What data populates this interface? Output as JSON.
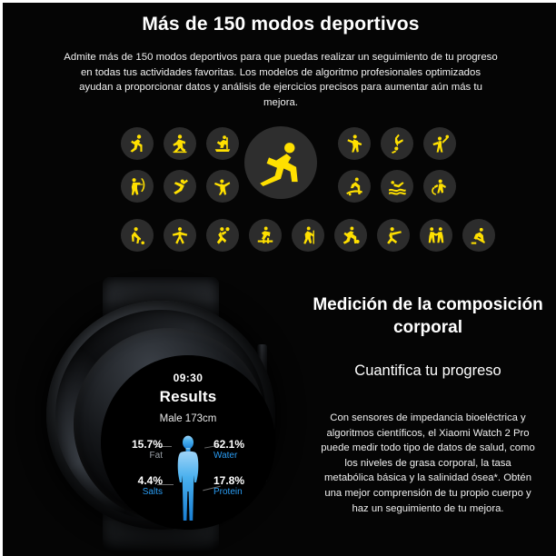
{
  "sports": {
    "title": "Más de 150 modos deportivos",
    "description": "Admite más de 150 modos deportivos para que puedas realizar un seguimiento de tu progreso en todas tus actividades favoritas. Los modelos de algoritmo profesionales optimizados ayudan a proporcionar datos y análisis de ejercicios precisos para aumentar aún más tu mejora.",
    "accent_color": "#FFE000",
    "circle_color": "#2c2c2c",
    "hero_icon": "running-icon",
    "icons_row1_left": [
      "running-icon",
      "walking-icon",
      "treadmill-icon"
    ],
    "icons_row2_left": [
      "archery-icon",
      "gymnastics-icon",
      "dance-icon"
    ],
    "icons_row1_right": [
      "kickboxing-icon",
      "handstand-icon",
      "cheerleading-icon"
    ],
    "icons_row2_right": [
      "skateboarding-icon",
      "swimming-icon",
      "jump-rope-icon"
    ],
    "icons_row3": [
      "golf-icon",
      "stretching-icon",
      "badminton-icon",
      "skating-icon",
      "hiking-icon",
      "football-icon",
      "bowling-icon",
      "boxing-icon",
      "ice-hockey-icon"
    ]
  },
  "watch": {
    "time": "09:30",
    "screen_title": "Results",
    "profile": "Male 173cm",
    "metrics": [
      {
        "value": "15.7%",
        "label": "Fat",
        "color": "#9aa0a6"
      },
      {
        "value": "62.1%",
        "label": "Water",
        "color": "#2a9df4"
      },
      {
        "value": "4.4%",
        "label": "Salts",
        "color": "#2a9df4"
      },
      {
        "value": "17.8%",
        "label": "Protein",
        "color": "#2a9df4"
      }
    ],
    "figure_color": "#2a9df4"
  },
  "body_composition": {
    "title": "Medición de la composición corporal",
    "subtitle": "Cuantifica tu progreso",
    "body": "Con sensores de impedancia bioeléctrica y algoritmos científicos, el Xiaomi Watch 2 Pro puede medir todo tipo de datos de salud, como los niveles de grasa corporal, la tasa metabólica básica y la salinidad ósea*. Obtén una mejor comprensión de tu propio cuerpo y haz un seguimiento de tu mejora."
  }
}
